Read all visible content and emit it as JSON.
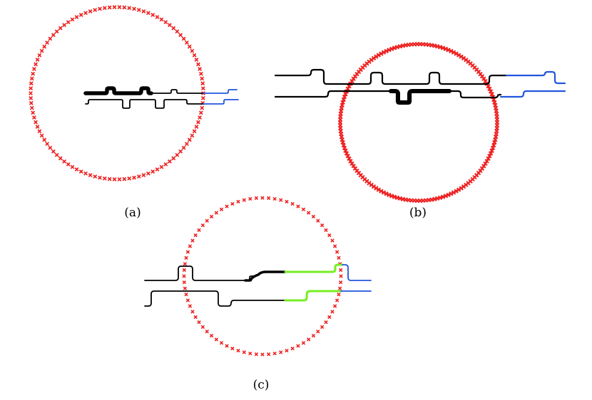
{
  "panels": [
    {
      "caption": "(a)",
      "colors": {
        "circle": "#ee2222",
        "trace": "#000000",
        "tail": "#2255dd",
        "highlight": "#000000"
      }
    },
    {
      "caption": "(b)",
      "colors": {
        "circle": "#ee2222",
        "trace": "#000000",
        "tail": "#2255dd",
        "highlight": "#000000"
      }
    },
    {
      "caption": "(c)",
      "colors": {
        "circle": "#ee2222",
        "trace": "#000000",
        "tail": "#2255dd",
        "highlight": "#77ee22"
      }
    }
  ]
}
